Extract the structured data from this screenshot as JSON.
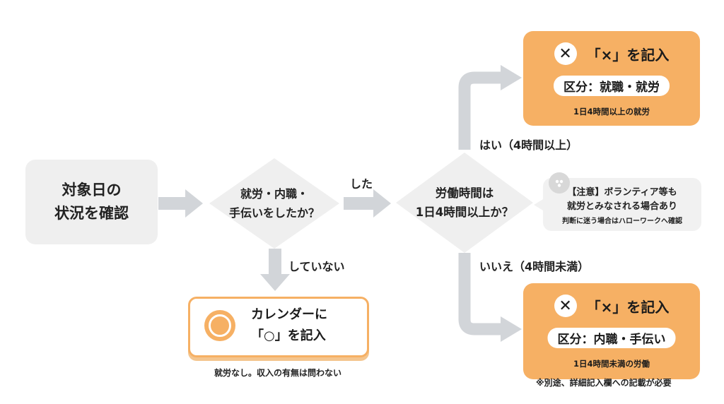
{
  "start": {
    "line1": "対象日の",
    "line2": "状況を確認"
  },
  "question1": {
    "line1": "就労・内職・",
    "line2": "手伝いをしたか？"
  },
  "question2": {
    "line1": "労働時間は",
    "line2": "1日4時間以上か？"
  },
  "edges": {
    "did": "した",
    "did_not": "していない",
    "yes": "はい（4時間以上）",
    "no": "いいえ（4時間未満）"
  },
  "result_employment": {
    "icon": "close-icon",
    "icon_glyph": "✕",
    "title": "「×」を記入",
    "category": "区分：就職・就労",
    "sub": "1日4時間以上の就労"
  },
  "result_sidejob": {
    "icon": "close-icon",
    "icon_glyph": "✕",
    "title": "「×」を記入",
    "category": "区分：内職・手伝い",
    "sub": "1日4時間未満の労働"
  },
  "calendar": {
    "icon": "circle-mark-icon",
    "line1": "カレンダーに",
    "line2": "「○」を記入",
    "note": "就労なし。収入の有無は問わない"
  },
  "notice": {
    "icon": "info-icon",
    "line1": "【注意】ボランティア等も",
    "line2": "就労とみなされる場合あり",
    "line3": "判断に迷う場合はハローワークへ確認"
  },
  "footer_note": "※別途、詳細記入欄への記載が必要",
  "colors": {
    "accent": "#f6b064",
    "node": "#efefef",
    "connector": "#d2d5d9"
  }
}
